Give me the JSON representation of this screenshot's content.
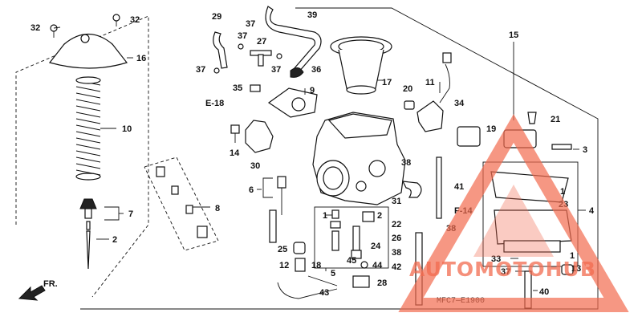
{
  "diagram": {
    "callouts": {
      "c1a": "1",
      "c1b": "1",
      "c1c": "1",
      "c2a": "2",
      "c2b": "2",
      "c3": "3",
      "c4": "4",
      "c5": "5",
      "c6": "6",
      "c7": "7",
      "c8": "8",
      "c9": "9",
      "c10": "10",
      "c11": "11",
      "c12": "12",
      "c13": "13",
      "c14": "14",
      "c15": "15",
      "c16": "16",
      "c17": "17",
      "c18": "18",
      "c19": "19",
      "c20": "20",
      "c21": "21",
      "c22": "22",
      "c23": "23",
      "c24": "24",
      "c25": "25",
      "c26": "26",
      "c27": "27",
      "c28": "28",
      "c29": "29",
      "c30": "30",
      "c31": "31",
      "c32a": "32",
      "c32b": "32",
      "c33": "33",
      "c34": "34",
      "c35": "35",
      "c36": "36",
      "c37a": "37",
      "c37b": "37",
      "c37c": "37",
      "c37d": "37",
      "c38a": "38",
      "c38b": "38",
      "c38c": "38",
      "c39": "39",
      "c40": "40",
      "c41": "41",
      "c42": "42",
      "c43": "43",
      "c44": "44",
      "c45": "45"
    },
    "refs": {
      "e18": "E-18",
      "f14": "F-14",
      "fr": "FR."
    },
    "drawing_code": "MFC7—E1900"
  },
  "watermark": {
    "text": "AUTOMOTOHUB",
    "color": "#f26b4f"
  }
}
